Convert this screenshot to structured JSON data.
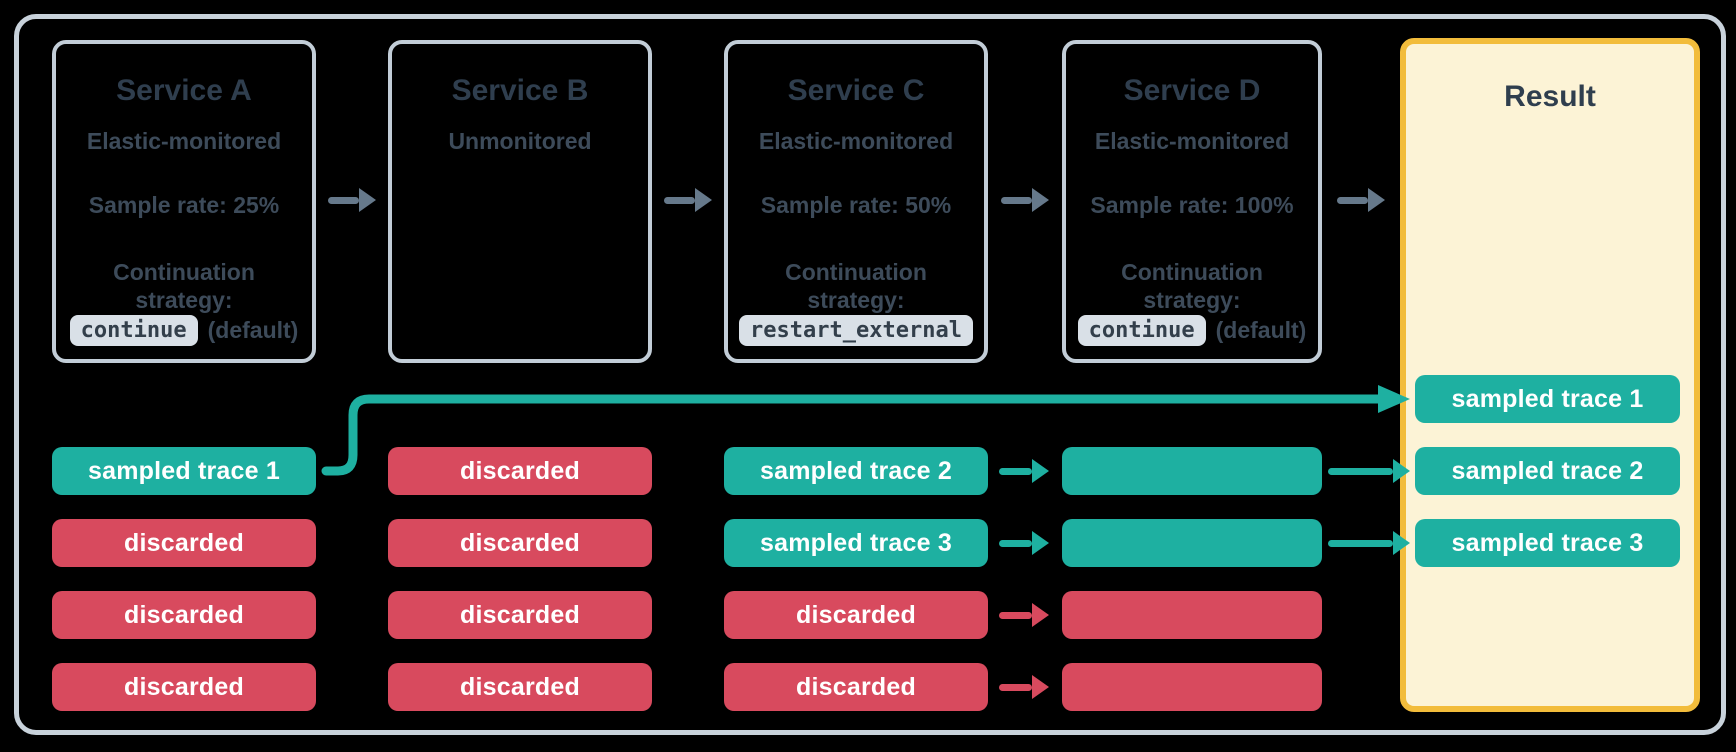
{
  "colors": {
    "bg": "#000000",
    "container-border": "#C8D2DB",
    "box-border": "#C2CDD7",
    "ink-strong": "#2F3E4E",
    "ink": "#3D4B5A",
    "chip-bg": "#D9E0E7",
    "chip-ink": "#333F4B",
    "teal": "#1EB0A1",
    "red": "#D84A5E",
    "arrow-gray": "#66798B",
    "result-bg": "#FCF3D6",
    "result-border": "#F2BC3B",
    "pill-ink": "#FFFFFF"
  },
  "services": [
    {
      "title": "Service A",
      "monitoring": "Elastic-monitored",
      "sample_rate": "Sample rate: 25%",
      "continuation_line1": "Continuation",
      "continuation_line2": "strategy:",
      "strategy_code": "continue",
      "strategy_suffix": "(default)"
    },
    {
      "title": "Service B",
      "monitoring": "Unmonitored"
    },
    {
      "title": "Service C",
      "monitoring": "Elastic-monitored",
      "sample_rate": "Sample rate: 50%",
      "continuation_line1": "Continuation",
      "continuation_line2": "strategy:",
      "strategy_code": "restart_external"
    },
    {
      "title": "Service D",
      "monitoring": "Elastic-monitored",
      "sample_rate": "Sample rate: 100%",
      "continuation_line1": "Continuation",
      "continuation_line2": "strategy:",
      "strategy_code": "continue",
      "strategy_suffix": "(default)"
    }
  ],
  "result": {
    "title": "Result",
    "pills": [
      {
        "label": "sampled trace 1",
        "status": "sampled"
      },
      {
        "label": "sampled trace 2",
        "status": "sampled"
      },
      {
        "label": "sampled trace 3",
        "status": "sampled"
      }
    ]
  },
  "traces": {
    "a": [
      {
        "label": "sampled trace 1",
        "status": "sampled"
      },
      {
        "label": "discarded",
        "status": "discarded"
      },
      {
        "label": "discarded",
        "status": "discarded"
      },
      {
        "label": "discarded",
        "status": "discarded"
      }
    ],
    "b": [
      {
        "label": "discarded",
        "status": "discarded"
      },
      {
        "label": "discarded",
        "status": "discarded"
      },
      {
        "label": "discarded",
        "status": "discarded"
      },
      {
        "label": "discarded",
        "status": "discarded"
      }
    ],
    "c": [
      {
        "label": "sampled trace 2",
        "status": "sampled"
      },
      {
        "label": "sampled trace 3",
        "status": "sampled"
      },
      {
        "label": "discarded",
        "status": "discarded"
      },
      {
        "label": "discarded",
        "status": "discarded"
      }
    ],
    "d": [
      {
        "label": "",
        "status": "sampled"
      },
      {
        "label": "",
        "status": "sampled"
      },
      {
        "label": "",
        "status": "discarded"
      },
      {
        "label": "",
        "status": "discarded"
      }
    ]
  },
  "arrows": {
    "c_to_d": [
      "sampled",
      "sampled",
      "discarded",
      "discarded"
    ],
    "d_to_result": [
      "sampled",
      "sampled"
    ],
    "trace1_connector": "sampled"
  }
}
